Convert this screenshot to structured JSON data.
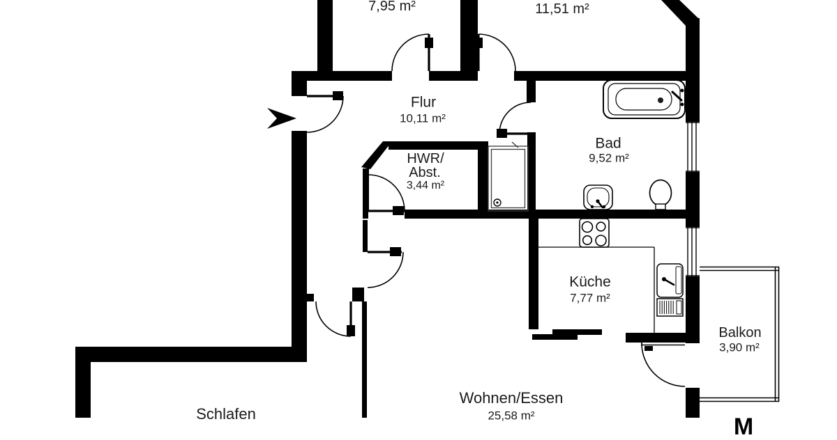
{
  "colors": {
    "wall": "#000000",
    "text": "#1a1a1a",
    "fixture_outline": "#3a3a3a"
  },
  "rooms": {
    "top_left": {
      "area": "7,95 m²"
    },
    "top_right": {
      "area": "11,51 m²"
    },
    "flur": {
      "name": "Flur",
      "area": "10,11 m²"
    },
    "hwr": {
      "name_line1": "HWR/",
      "name_line2": "Abst.",
      "area": "3,44 m²"
    },
    "bad": {
      "name": "Bad",
      "area": "9,52 m²"
    },
    "kueche": {
      "name": "Küche",
      "area": "7,77 m²"
    },
    "balkon": {
      "name": "Balkon",
      "area": "3,90 m²"
    },
    "schlafen": {
      "name": "Schlafen"
    },
    "wohnen": {
      "name": "Wohnen/Essen",
      "area": "25,58 m²"
    }
  },
  "clipped_label": "M",
  "fixtures": [
    "entrance-arrow-icon",
    "bathtub-icon",
    "shower-icon",
    "washbasin-icon",
    "toilet-icon",
    "stove-icon",
    "kitchen-sink-icon",
    "window-icon",
    "balcony-railing-icon"
  ]
}
